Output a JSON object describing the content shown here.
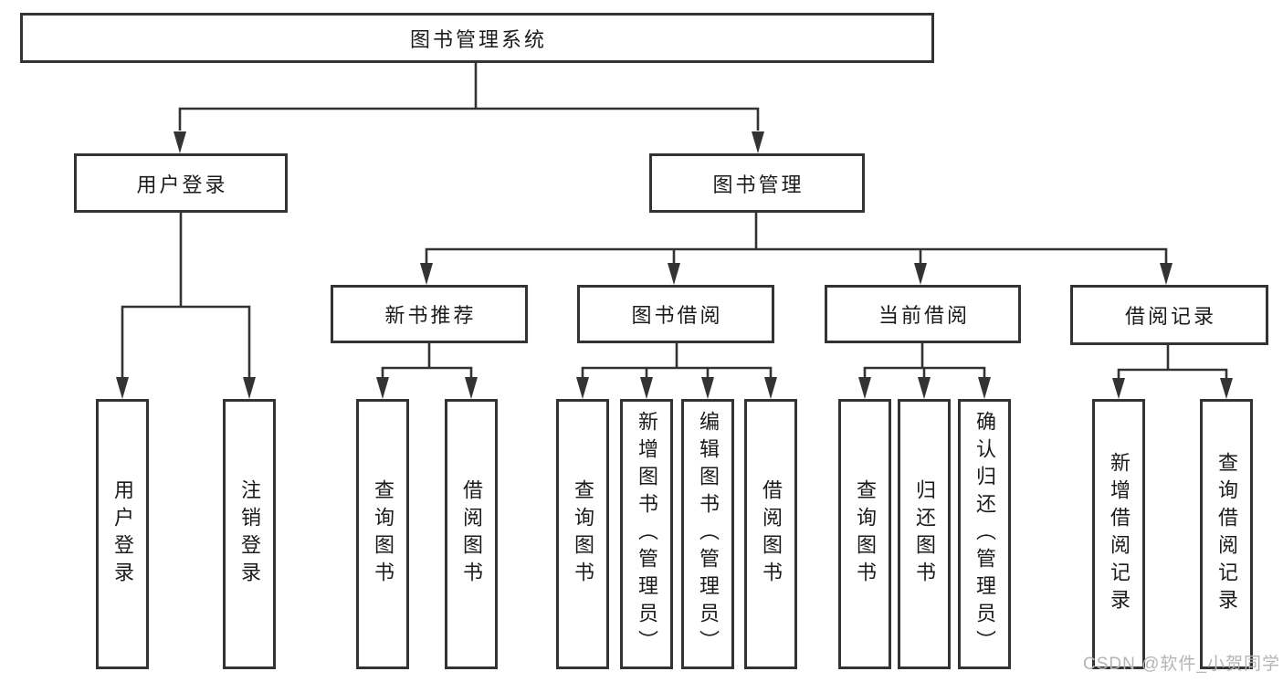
{
  "diagram": {
    "root": {
      "label": "图书管理系统"
    },
    "level2": [
      {
        "label": "用户登录"
      },
      {
        "label": "图书管理"
      }
    ],
    "level3": [
      {
        "label": "新书推荐"
      },
      {
        "label": "图书借阅"
      },
      {
        "label": "当前借阅"
      },
      {
        "label": "借阅记录"
      }
    ],
    "leaves": [
      {
        "label": "用户登录"
      },
      {
        "label": "注销登录"
      },
      {
        "label": "查询图书"
      },
      {
        "label": "借阅图书"
      },
      {
        "label": "查询图书"
      },
      {
        "label": "新增图书（管理员）"
      },
      {
        "label": "编辑图书（管理员）"
      },
      {
        "label": "借阅图书"
      },
      {
        "label": "查询图书"
      },
      {
        "label": "归还图书"
      },
      {
        "label": "确认归还（管理员）"
      },
      {
        "label": "新增借阅记录"
      },
      {
        "label": "查询借阅记录"
      }
    ]
  },
  "watermark": {
    "text": "CSDN @软件_小贺同学"
  },
  "colors": {
    "background": "#ffffff",
    "line": "#333333",
    "box_border": "#333333",
    "text": "#1b1b1b",
    "watermark": "#b5b5b5"
  }
}
